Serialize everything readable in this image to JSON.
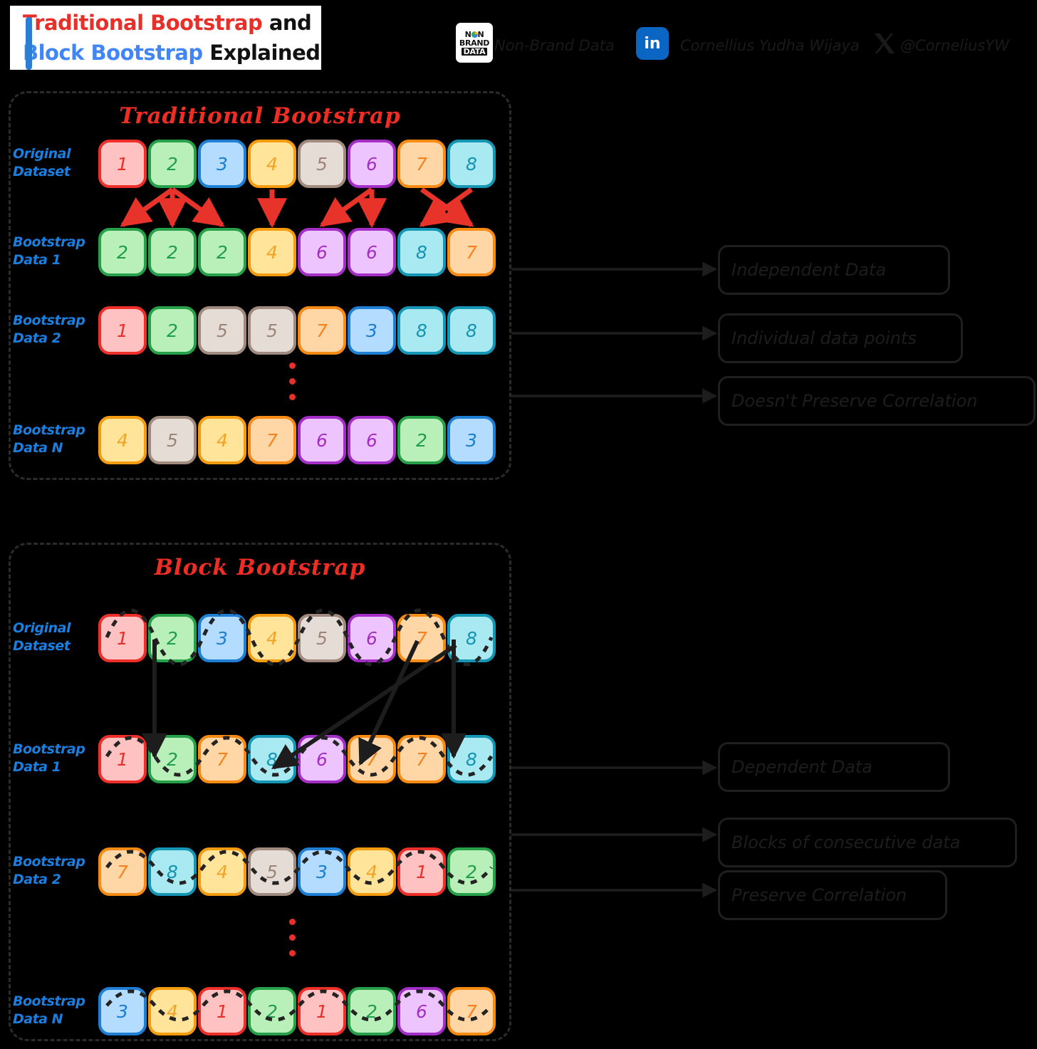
{
  "header": {
    "title_line1_a": "Traditional Bootstrap",
    "title_line1_b": " and",
    "title_line2_a": "Block Bootstrap",
    "title_line2_b": " Explained",
    "brand_logo": {
      "line1": "N N",
      "line2": "BRAND",
      "line3": "DATA"
    },
    "brand_text": "Non-Brand Data",
    "linkedin_icon": "in",
    "linkedin_name": "Cornellius Yudha Wijaya",
    "x_handle": "@CorneliusYW"
  },
  "colors": {
    "accent_red": "#ef2d24",
    "accent_blue": "#1b7fe0",
    "arrow_red": "#e8332b",
    "arrow_black": "#1d1d1d",
    "panel_border": "#2b2b2b"
  },
  "palette": {
    "1": {
      "fill": "#ffc2c2",
      "border": "#ee2e28",
      "text": "#e8302a"
    },
    "2": {
      "fill": "#b9f0b9",
      "border": "#27a04a",
      "text": "#1e9e4a"
    },
    "3": {
      "fill": "#b4dcff",
      "border": "#1f7fd4",
      "text": "#1a7ed0"
    },
    "4": {
      "fill": "#ffe49a",
      "border": "#f59b0f",
      "text": "#f2a224"
    },
    "5": {
      "fill": "#e6dcd6",
      "border": "#a08a7e",
      "text": "#9c8479"
    },
    "6": {
      "fill": "#eec4ff",
      "border": "#a42fc6",
      "text": "#a22ec2"
    },
    "7": {
      "fill": "#ffd6a5",
      "border": "#f78a12",
      "text": "#f5821f"
    },
    "8": {
      "fill": "#a9e9f2",
      "border": "#1596b4",
      "text": "#1594b2"
    }
  },
  "panel_traditional": {
    "title": "Traditional Bootstrap",
    "rows": [
      {
        "label": "Original\nDataset",
        "name": "original-dataset",
        "values": [
          1,
          2,
          3,
          4,
          5,
          6,
          7,
          8
        ]
      },
      {
        "label": "Bootstrap\nData 1",
        "name": "bootstrap-data-1",
        "values": [
          2,
          2,
          2,
          4,
          6,
          6,
          8,
          7
        ]
      },
      {
        "label": "Bootstrap\nData 2",
        "name": "bootstrap-data-2",
        "values": [
          1,
          2,
          5,
          5,
          7,
          3,
          8,
          8
        ]
      },
      {
        "label": "Bootstrap\nData N",
        "name": "bootstrap-data-n",
        "values": [
          4,
          5,
          4,
          7,
          6,
          6,
          2,
          3
        ]
      }
    ],
    "callouts": [
      {
        "text": "Independent Data",
        "name": "callout-independent-data"
      },
      {
        "text": "Individual data points",
        "name": "callout-individual-data-points"
      },
      {
        "text": "Doesn't Preserve Correlation",
        "name": "callout-doesnt-preserve-correlation"
      }
    ]
  },
  "panel_block": {
    "title": "Block Bootstrap",
    "rows": [
      {
        "label": "Original\nDataset",
        "name": "original-dataset",
        "values": [
          1,
          2,
          3,
          4,
          5,
          6,
          7,
          8
        ]
      },
      {
        "label": "Bootstrap\nData 1",
        "name": "bootstrap-data-1",
        "values": [
          1,
          2,
          7,
          8,
          6,
          7,
          7,
          8
        ]
      },
      {
        "label": "Bootstrap\nData 2",
        "name": "bootstrap-data-2",
        "values": [
          7,
          8,
          4,
          5,
          3,
          4,
          1,
          2
        ]
      },
      {
        "label": "Bootstrap\nData N",
        "name": "bootstrap-data-n",
        "values": [
          3,
          4,
          1,
          2,
          1,
          2,
          6,
          7
        ]
      }
    ],
    "callouts": [
      {
        "text": "Dependent Data",
        "name": "callout-dependent-data"
      },
      {
        "text": "Blocks of consecutive data",
        "name": "callout-blocks-of-consecutive-data"
      },
      {
        "text": "Preserve Correlation",
        "name": "callout-preserve-correlation"
      }
    ]
  }
}
